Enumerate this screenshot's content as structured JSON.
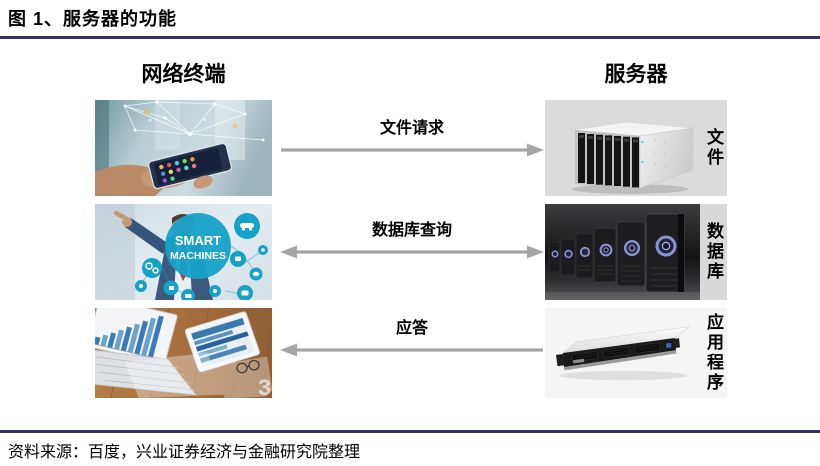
{
  "title": "图 1、服务器的功能",
  "columns": {
    "left_header": "网络终端",
    "right_header": "服务器"
  },
  "arrows": [
    {
      "label": "文件请求",
      "direction": "left-to-right"
    },
    {
      "label": "数据库查询",
      "direction": "bidirectional"
    },
    {
      "label": "应答",
      "direction": "right-to-left"
    }
  ],
  "terminals": [
    {
      "photo": "hand-holding-smartphone-with-network-overlay"
    },
    {
      "photo": "smart-machines-concept",
      "text_line1": "SMART",
      "text_line2": "MACHINES"
    },
    {
      "photo": "laptop-and-tablet-with-charts-on-wooden-desk",
      "watermark_digit": "3"
    }
  ],
  "servers": [
    {
      "label": "文件",
      "photo": "file-server-chassis"
    },
    {
      "label": "数据库",
      "photo": "database-server-towers"
    },
    {
      "label": "应用程序",
      "photo": "application-rack-server"
    }
  ],
  "footer": {
    "source": "资料来源：百度，兴业证券经济与金融研究院整理"
  },
  "colors": {
    "rule_navy": "#333366",
    "arrow_gray": "#a6a6a6",
    "teal_accent": "#16a2c8",
    "server_led_blue": "#8a93d6"
  }
}
